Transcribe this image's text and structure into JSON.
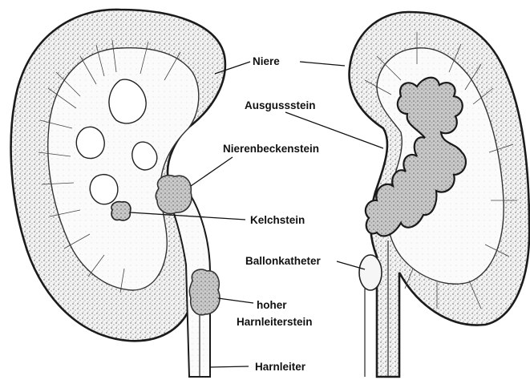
{
  "labels": {
    "niere": "Niere",
    "ausgussstein": "Ausgussstein",
    "nierenbeckenstein": "Nierenbeckenstein",
    "kelchstein": "Kelchstein",
    "ballonkatheter": "Ballonkatheter",
    "hoher_line1": "hoher",
    "hoher_line2": "Harnleiterstein",
    "harnleiter": "Harnleiter"
  },
  "colors": {
    "ink": "#111111",
    "cortex_dots": "#6a6a6a",
    "stone": "#bcbcbc",
    "stone_dark": "#5a5a5a"
  }
}
